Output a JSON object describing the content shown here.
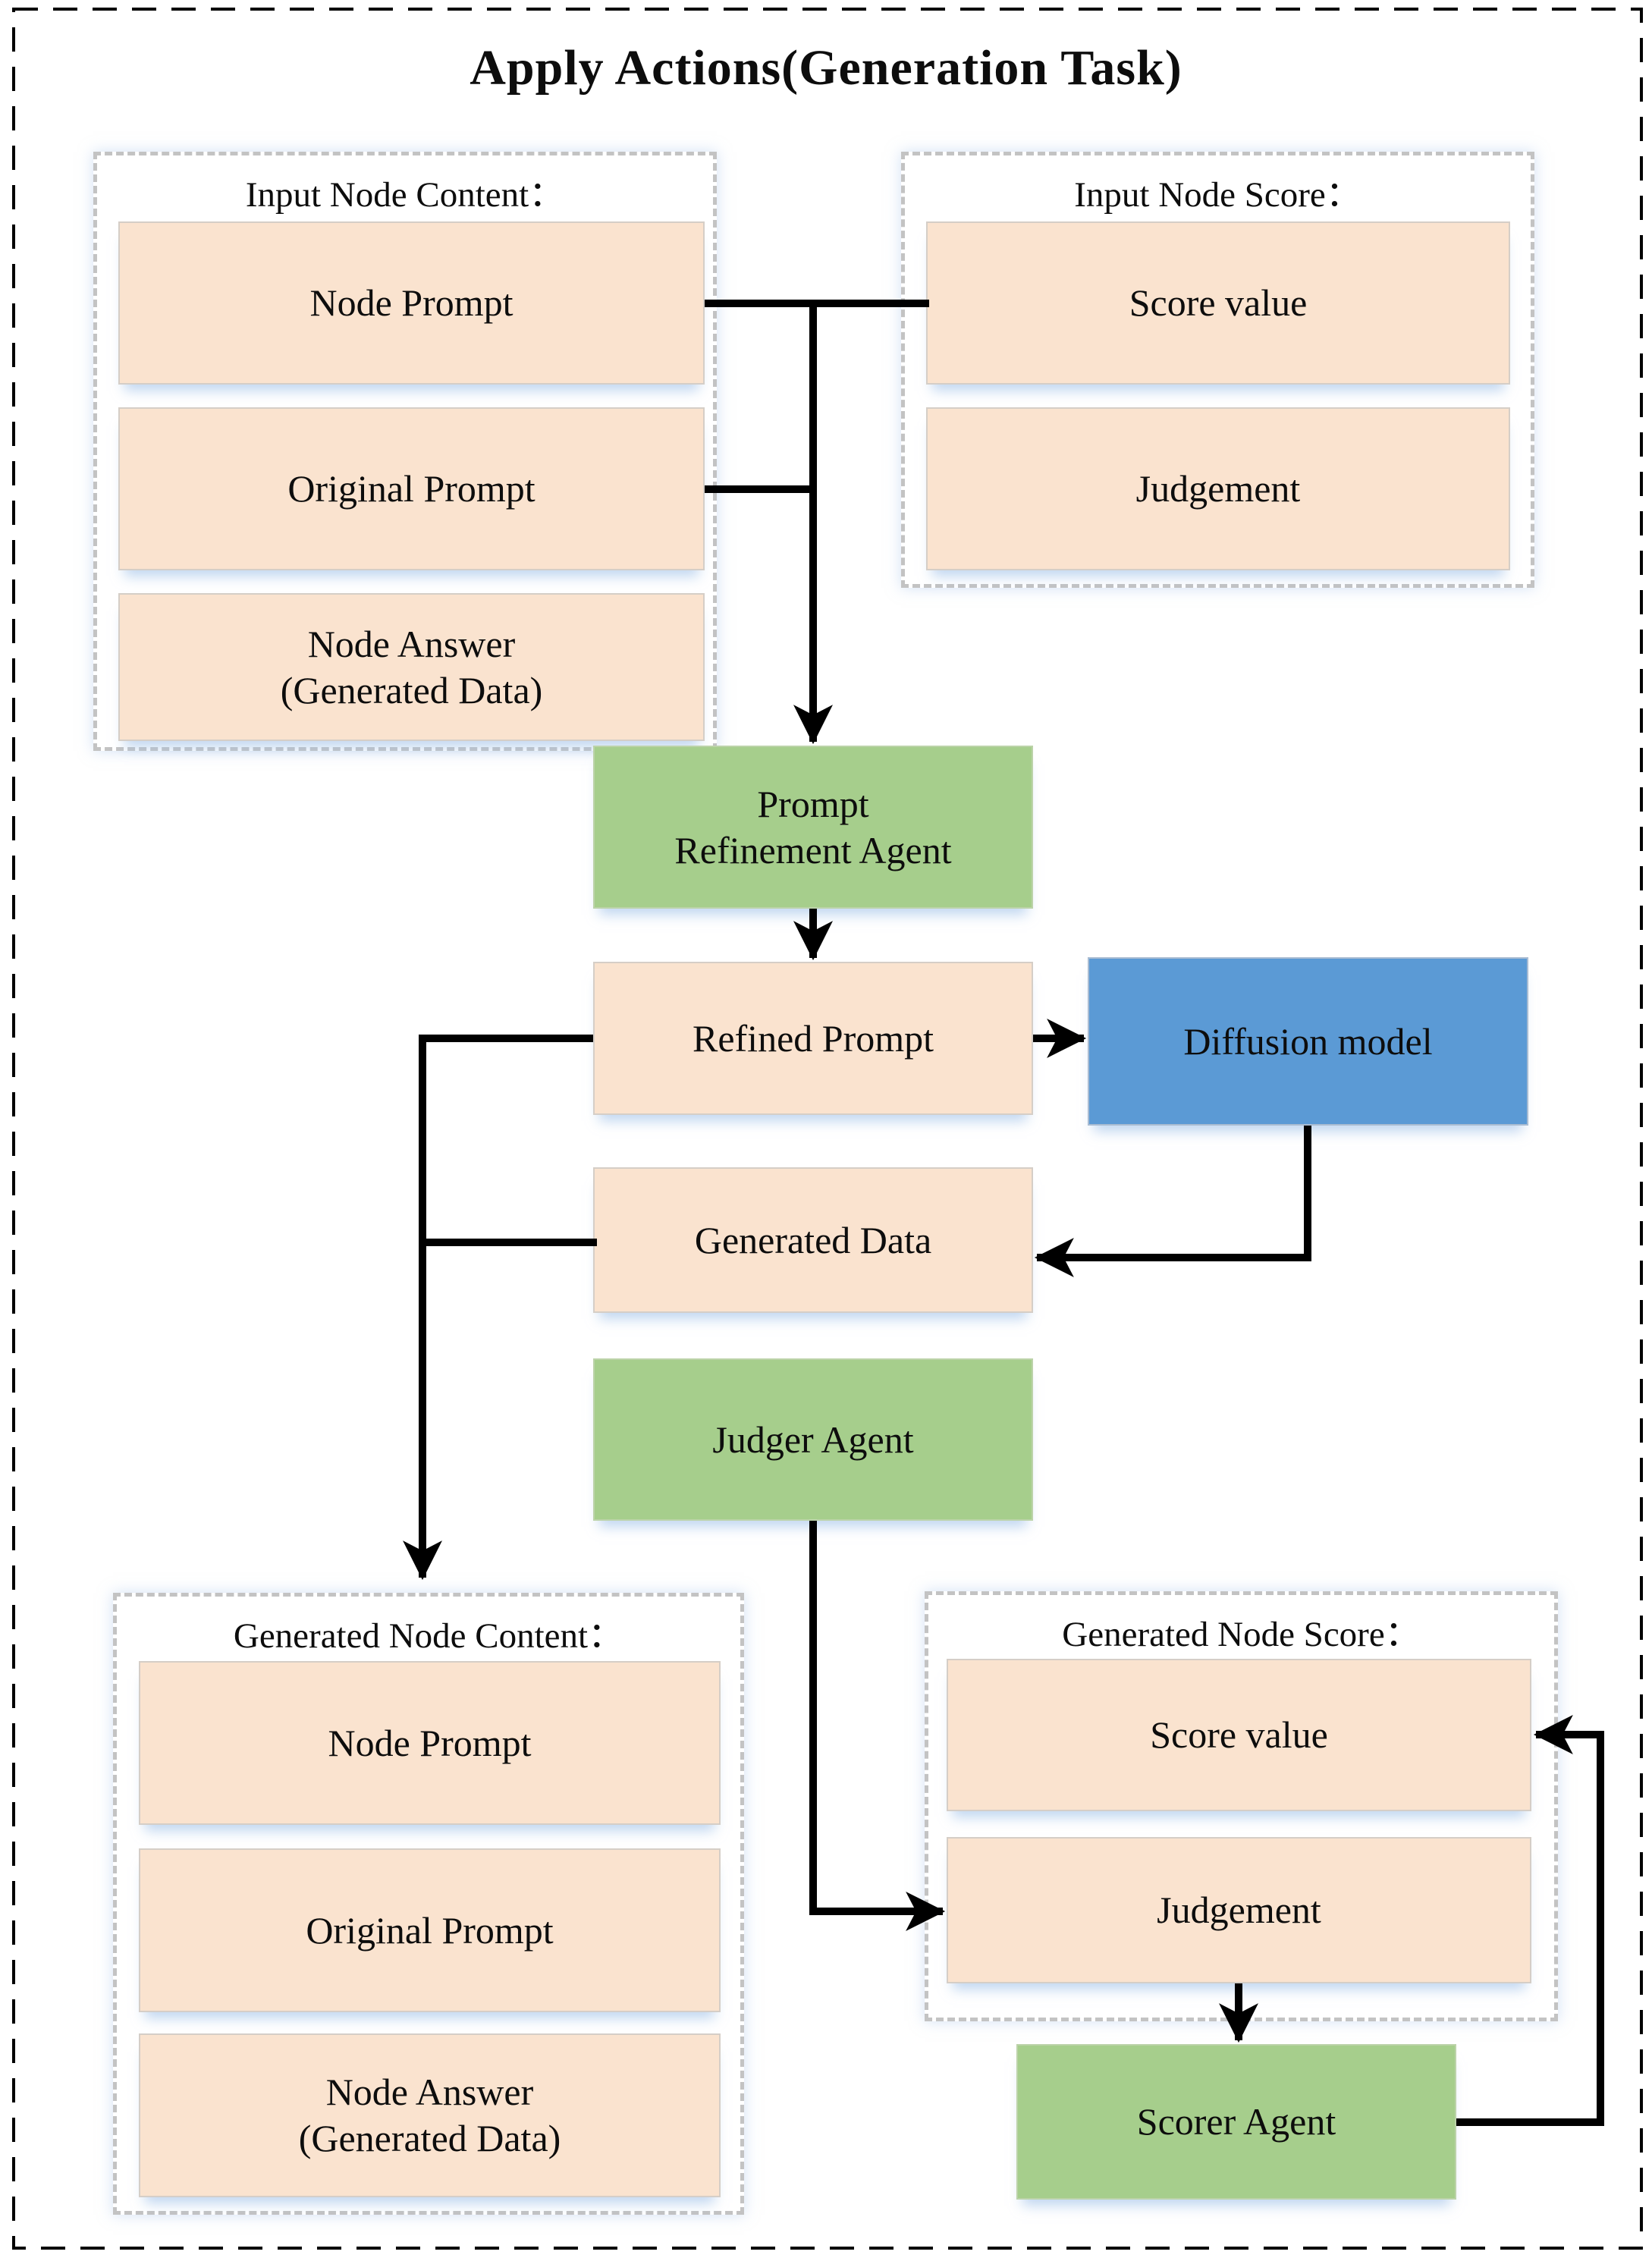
{
  "title": "Apply Actions(Generation Task)",
  "colors": {
    "peach_box": "#fae3cf",
    "green_box": "#a6ce8c",
    "blue_box": "#5b9ad5",
    "connector": "#000000",
    "outer_border": "#000000",
    "group_border": "#c3c3c3",
    "glow_shadow": "#dbe7f6",
    "text": "#0d0d0d"
  },
  "groups": {
    "input_content": {
      "label": "Input Node Content：",
      "items": [
        "Node Prompt",
        "Original Prompt",
        "Node Answer\n(Generated Data)"
      ]
    },
    "input_score": {
      "label": "Input Node Score：",
      "items": [
        "Score value",
        "Judgement"
      ]
    },
    "generated_content": {
      "label": "Generated Node Content：",
      "items": [
        "Node Prompt",
        "Original Prompt",
        "Node Answer\n(Generated Data)"
      ]
    },
    "generated_score": {
      "label": "Generated Node Score：",
      "items": [
        "Score value",
        "Judgement"
      ]
    }
  },
  "nodes": {
    "prompt_refinement_agent": "Prompt\nRefinement Agent",
    "refined_prompt": "Refined Prompt",
    "diffusion_model": "Diffusion model",
    "generated_data": "Generated Data",
    "judger_agent": "Judger Agent",
    "scorer_agent": "Scorer Agent"
  }
}
